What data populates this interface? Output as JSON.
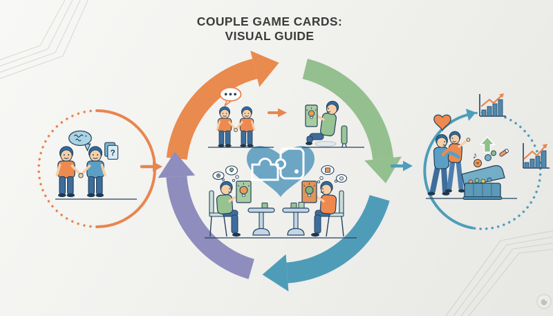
{
  "title": {
    "line1": "COUPLE GAME CARDS:",
    "line2": "VISUAL GUIDE"
  },
  "colors": {
    "background": "#efefec",
    "title_text": "#3c3c3c",
    "orange": "#e8854f",
    "green": "#94bf8e",
    "teal": "#4e9db8",
    "purple": "#8f8dbd",
    "heart_blue": "#6da5c4",
    "outline": "#23405c",
    "skin": "#f7cfa6",
    "hair_blue": "#2f6ea6",
    "jeans_blue": "#3e6d9c"
  },
  "left_stage": {
    "name": "couple-talking-with-question-cards",
    "speech_bubble": "scribble-grawlix",
    "cards_label": "?"
  },
  "cycle": {
    "direction": "clockwise",
    "steps": [
      {
        "name": "couple-talking",
        "speech_bubble": "..."
      },
      {
        "name": "partner-reads-idea-card"
      },
      {
        "name": "partner-thinks-over-idea-card"
      },
      {
        "name": "partner-answers-idea-card"
      }
    ],
    "center_icon": "heart-with-puzzle-and-card"
  },
  "right_stage": {
    "name": "couple-bonded-with-rewards",
    "music_note": "♪",
    "icons": [
      "heart",
      "hugging-couple",
      "growth-up-arrow",
      "treasure-chest",
      "bar-chart-rising",
      "trend-chart-rising"
    ]
  }
}
